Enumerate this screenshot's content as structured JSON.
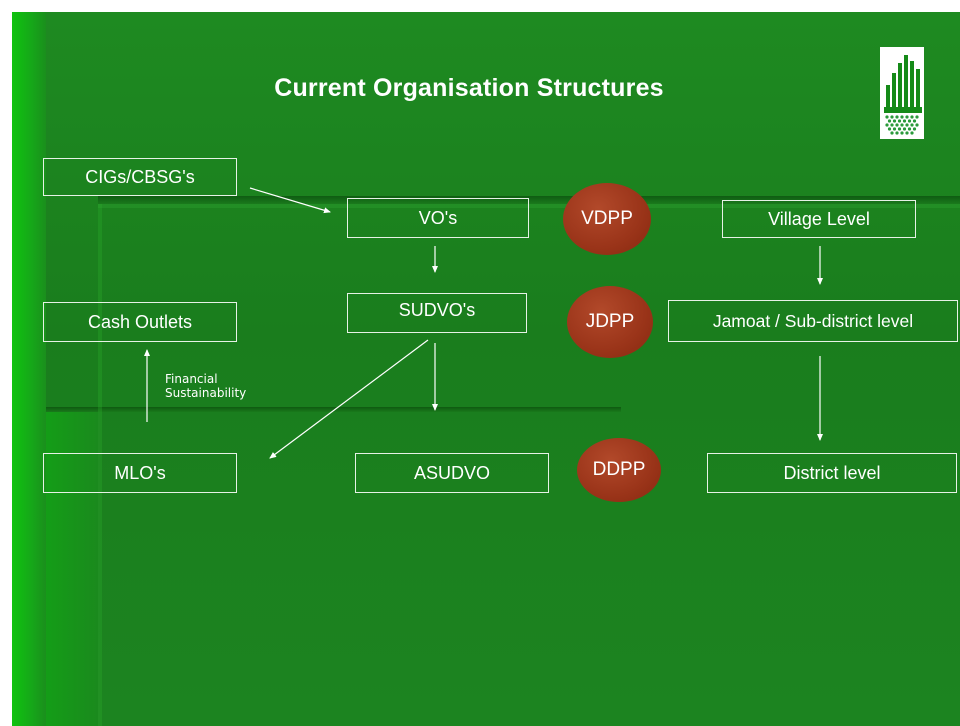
{
  "title": "Current Organisation Structures",
  "boxes": {
    "cigs": "CIGs/CBSG's",
    "vos": "VO's",
    "sudvos": "SUDVO's",
    "asudvo": "ASUDVO",
    "cash_outlets": "Cash Outlets",
    "mlos": "MLO's",
    "village_level": "Village Level",
    "jamoat_level": "Jamoat / Sub-district level",
    "district_level": "District level"
  },
  "ovals": {
    "vdpp": "VDPP",
    "jdpp": "JDPP",
    "ddpp": "DDPP"
  },
  "annotation": {
    "line1": "Financial",
    "line2": "Sustainability"
  },
  "colors": {
    "background": "#1c8420",
    "oval_fill": "#9a3419",
    "text": "#ffffff"
  }
}
